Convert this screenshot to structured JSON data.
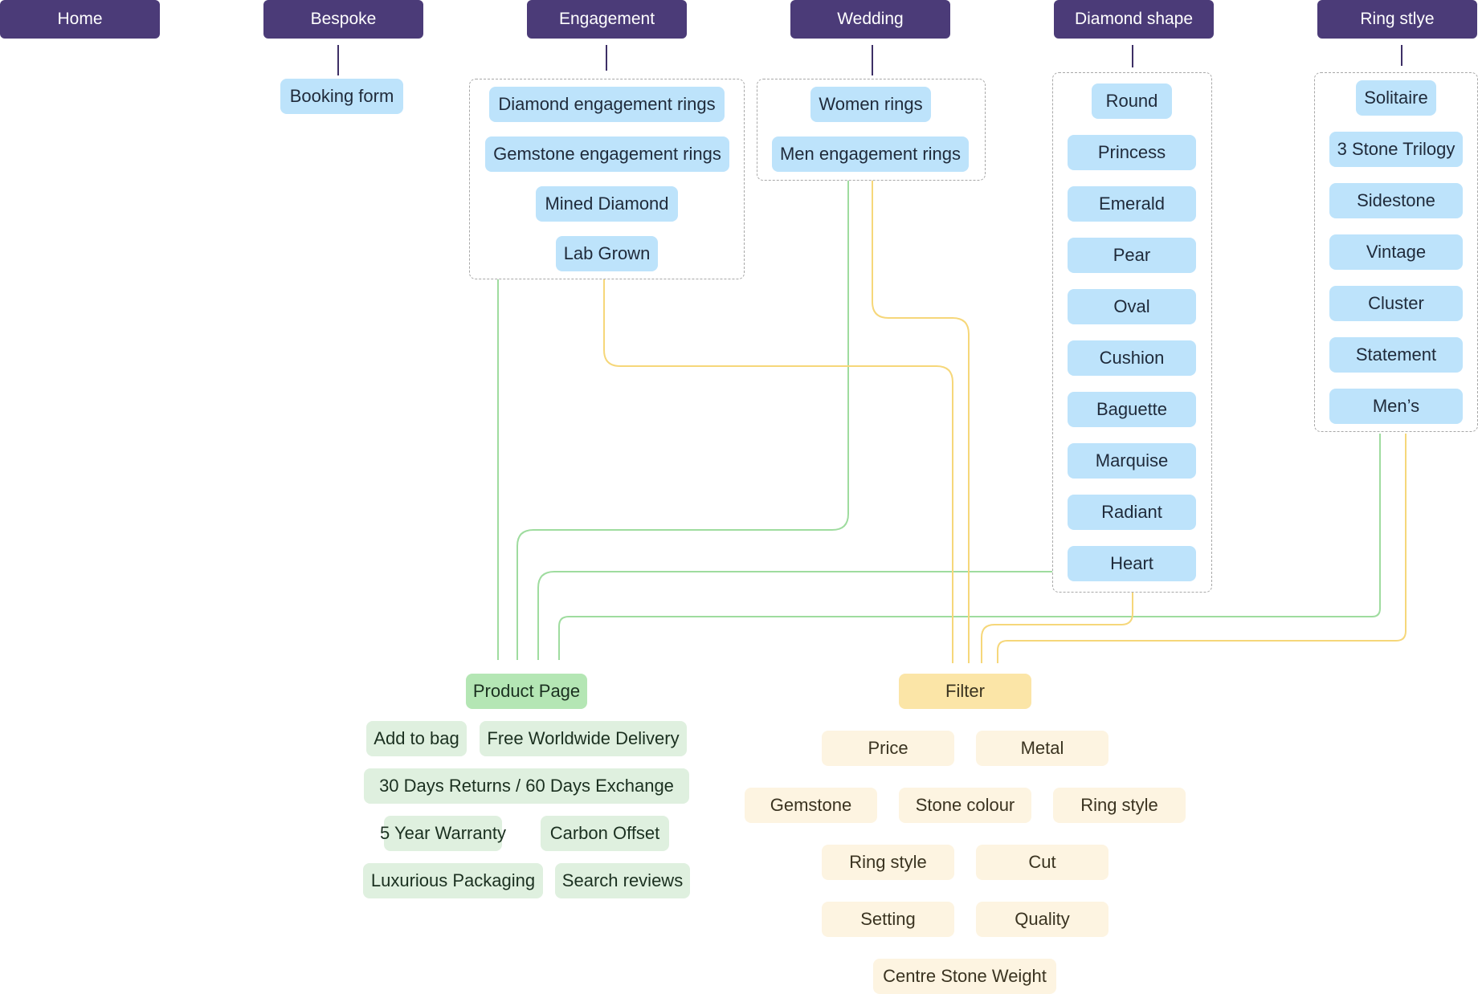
{
  "nav": {
    "home": "Home",
    "bespoke": "Bespoke",
    "engagement": "Engagement",
    "wedding": "Wedding",
    "diamond_shape": "Diamond shape",
    "ring_style": "Ring stlye"
  },
  "bespoke_items": [
    "Booking form"
  ],
  "engagement_items": [
    "Diamond engagement rings",
    "Gemstone engagement rings",
    "Mined Diamond",
    "Lab Grown"
  ],
  "wedding_items": [
    "Women rings",
    "Men engagement rings"
  ],
  "diamond_shapes": [
    "Round",
    "Princess",
    "Emerald",
    "Pear",
    "Oval",
    "Cushion",
    "Baguette",
    "Marquise",
    "Radiant",
    "Heart"
  ],
  "ring_styles": [
    "Solitaire",
    "3 Stone Trilogy",
    "Sidestone",
    "Vintage",
    "Cluster",
    "Statement",
    "Men’s"
  ],
  "product_page": {
    "title": "Product Page",
    "features": [
      "Add to bag",
      "Free Worldwide Delivery",
      "30 Days Returns / 60 Days Exchange",
      "5 Year Warranty",
      "Carbon Offset",
      "Luxurious Packaging",
      "Search reviews"
    ]
  },
  "filter": {
    "title": "Filter",
    "options": [
      "Price",
      "Metal",
      "Gemstone",
      "Stone colour",
      "Ring style",
      "Ring style",
      "Cut",
      "Setting",
      "Quality",
      "Centre Stone Weight"
    ]
  },
  "colors": {
    "nav_bg": "#4b3b78",
    "page_node": "#bde3fb",
    "product_link": "#9fdc9f",
    "filter_link": "#f6d77a"
  }
}
